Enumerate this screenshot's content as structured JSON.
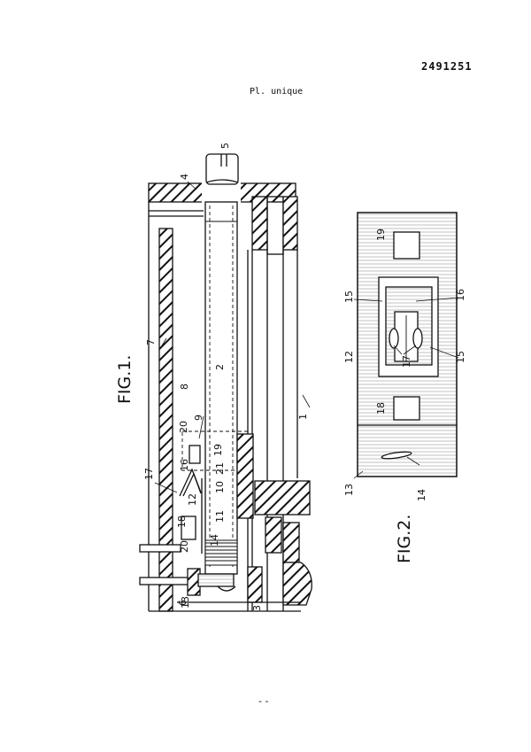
{
  "header": {
    "patent_number": "2491251",
    "plate": "Pl. unique"
  },
  "figure1": {
    "caption": "FIG.1.",
    "labels": [
      "1",
      "2",
      "3",
      "4",
      "5",
      "6",
      "7",
      "8",
      "9",
      "10",
      "11",
      "12",
      "13",
      "14",
      "16",
      "17",
      "18",
      "19",
      "20",
      "20",
      "21"
    ]
  },
  "figure2": {
    "caption": "FIG.2.",
    "labels": [
      "12",
      "13",
      "14",
      "15",
      "15",
      "16",
      "17",
      "18",
      "19"
    ]
  },
  "footer_mark": "- -"
}
